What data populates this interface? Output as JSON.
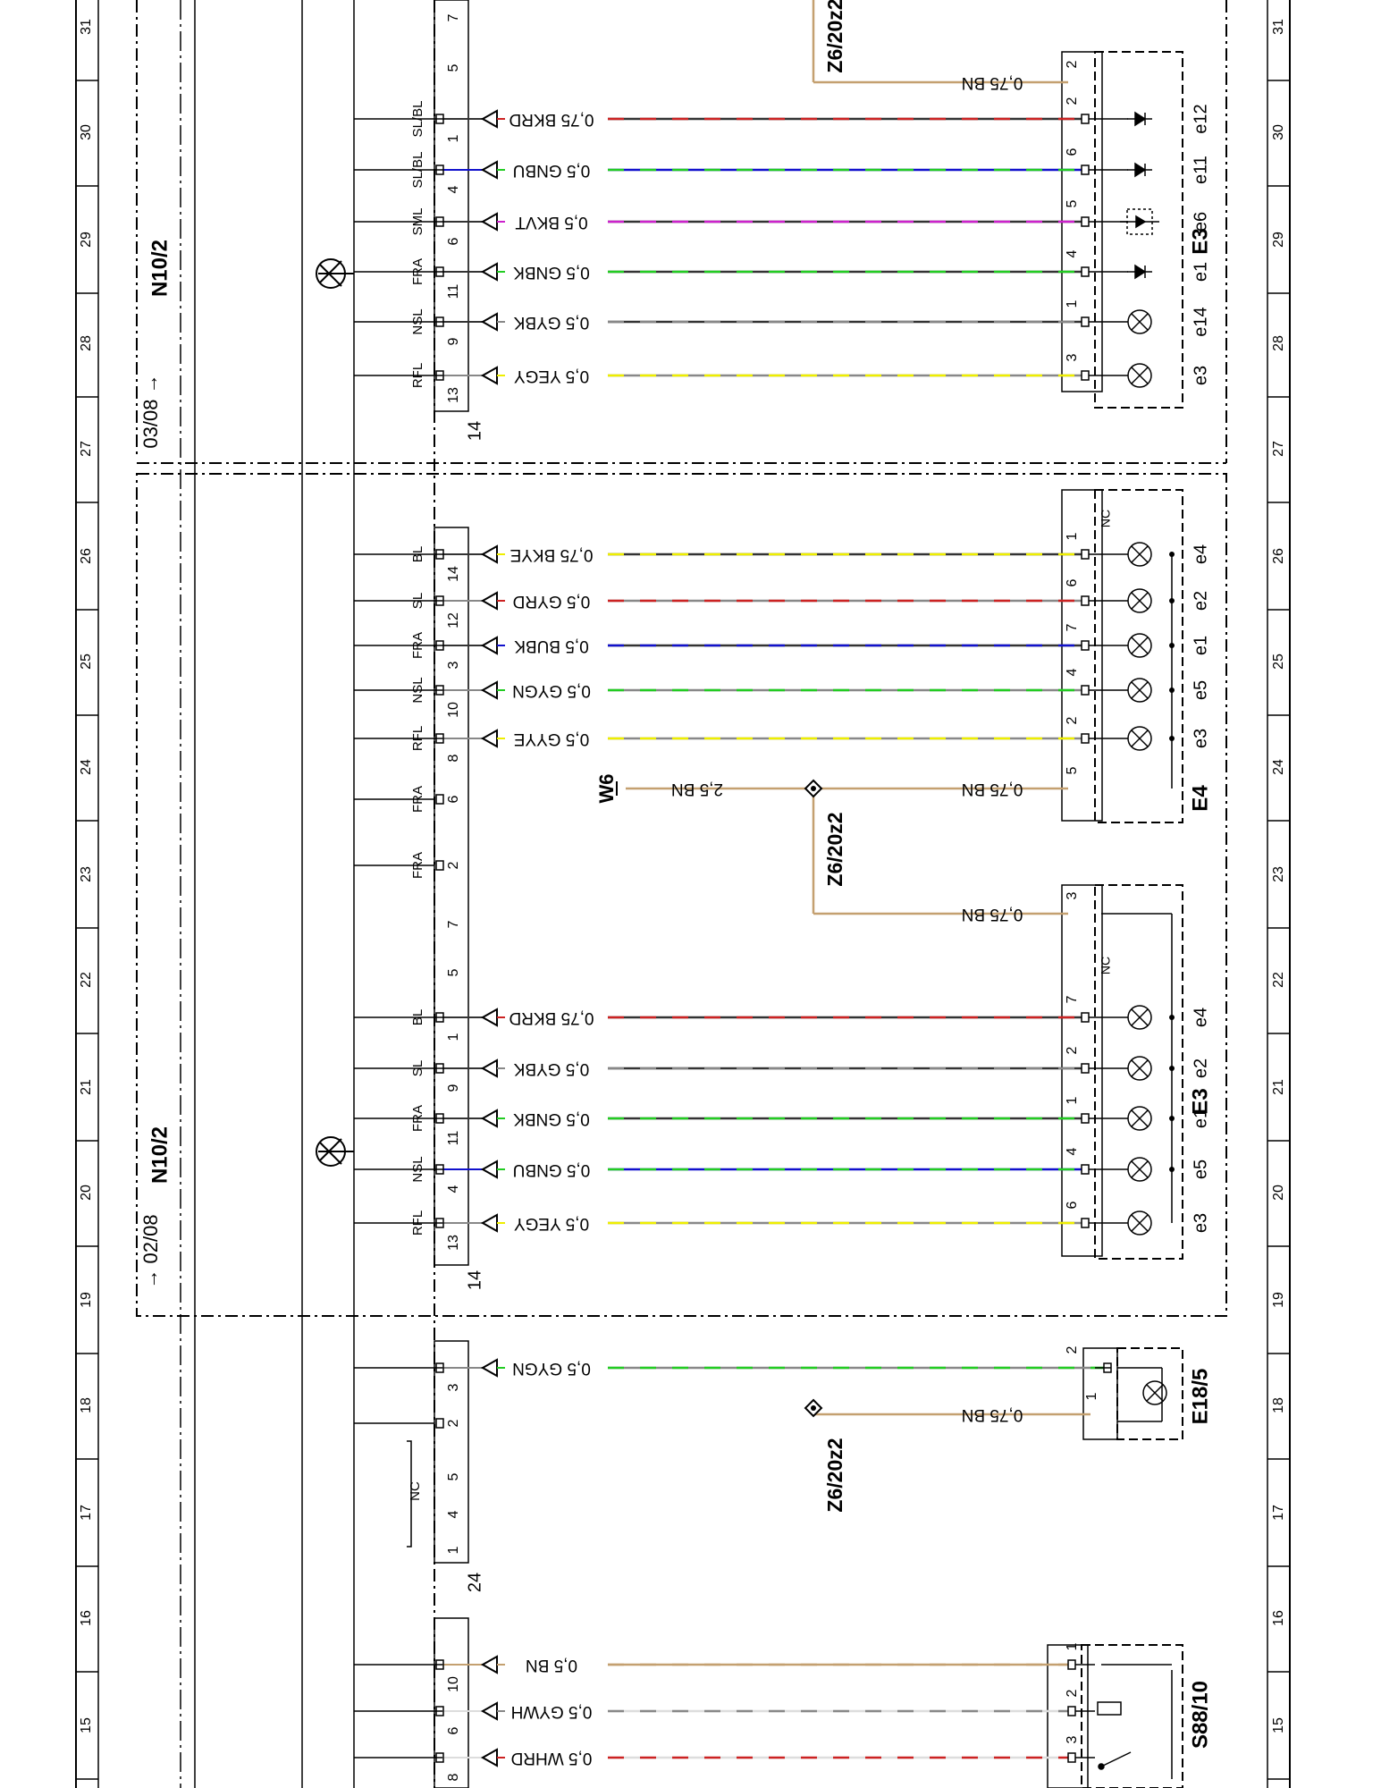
{
  "border": {
    "left_numbers": [
      "31",
      "30",
      "29",
      "28",
      "27",
      "26",
      "25",
      "24",
      "23",
      "22",
      "21",
      "20",
      "19",
      "18",
      "17",
      "16",
      "15"
    ],
    "right_numbers": [
      "31",
      "30",
      "29",
      "28",
      "27",
      "26",
      "25",
      "24",
      "23",
      "22",
      "21",
      "20",
      "19",
      "18",
      "17",
      "16",
      "15"
    ]
  },
  "modules": {
    "upper": {
      "label": "N10/2",
      "date": "03/08 →"
    },
    "lower": {
      "label": "N10/2",
      "date": "→ 02/08"
    }
  },
  "ground_labels": [
    {
      "id": "z6-top",
      "text": "Z6/20z2"
    },
    {
      "id": "z6-mid",
      "text": "Z6/20z2"
    },
    {
      "id": "z6-low",
      "text": "Z6/20z2"
    },
    {
      "id": "w6",
      "text": "W6"
    }
  ],
  "connector_ids": [
    "14",
    "14",
    "24"
  ],
  "wires": [
    {
      "sig": "SL/BL",
      "pin": "1",
      "wire": "0,75 BKRD",
      "c1": "#cc2222",
      "c2": "#333333",
      "lp": "2"
    },
    {
      "sig": "SL/BL",
      "pin": "4",
      "wire": "0,5 GNBU",
      "c1": "#22cc22",
      "c2": "#1111cc",
      "lp": "6"
    },
    {
      "sig": "SML",
      "pin": "6",
      "wire": "0,5 BKVT",
      "c1": "#cc22cc",
      "c2": "#333333",
      "lp": "5"
    },
    {
      "sig": "FRA",
      "pin": "11",
      "wire": "0,5 GNBK",
      "c1": "#22cc22",
      "c2": "#333333",
      "lp": "4"
    },
    {
      "sig": "NSL",
      "pin": "9",
      "wire": "0,5 GYBK",
      "c1": "#888888",
      "c2": "#333333",
      "lp": "1"
    },
    {
      "sig": "RFL",
      "pin": "13",
      "wire": "0,5 YEGY",
      "c1": "#eeee00",
      "c2": "#888888",
      "lp": "3"
    },
    {
      "sig": "BL",
      "pin": "14",
      "wire": "0,75 BKYE",
      "c1": "#eeee00",
      "c2": "#333333",
      "lp": "1"
    },
    {
      "sig": "SL",
      "pin": "12",
      "wire": "0,5 GYRD",
      "c1": "#cc2222",
      "c2": "#888888",
      "lp": "6"
    },
    {
      "sig": "FRA",
      "pin": "3",
      "wire": "0,5 BUBK",
      "c1": "#1111cc",
      "c2": "#333333",
      "lp": "7"
    },
    {
      "sig": "NSL",
      "pin": "10",
      "wire": "0,5 GYGN",
      "c1": "#22cc22",
      "c2": "#888888",
      "lp": "4"
    },
    {
      "sig": "RFL",
      "pin": "8",
      "wire": "0,5 GYYE",
      "c1": "#eeee00",
      "c2": "#888888",
      "lp": "2"
    },
    {
      "sig": "BL",
      "pin": "1",
      "wire": "0,75 BKRD",
      "c1": "#cc2222",
      "c2": "#333333",
      "lp": "7"
    },
    {
      "sig": "SL",
      "pin": "9",
      "wire": "0,5 GYBK",
      "c1": "#888888",
      "c2": "#333333",
      "lp": "2"
    },
    {
      "sig": "FRA",
      "pin": "11",
      "wire": "0,5 GNBK",
      "c1": "#22cc22",
      "c2": "#333333",
      "lp": "1"
    },
    {
      "sig": "NSL",
      "pin": "4",
      "wire": "0,5 GNBU",
      "c1": "#22cc22",
      "c2": "#1111cc",
      "lp": "4"
    },
    {
      "sig": "RFL",
      "pin": "13",
      "wire": "0,5 YEGY",
      "c1": "#eeee00",
      "c2": "#888888",
      "lp": "6"
    },
    {
      "sig": "",
      "pin": "3",
      "wire": "0,5 GYGN",
      "c1": "#22cc22",
      "c2": "#888888",
      "lp": "2"
    },
    {
      "sig": "",
      "pin": "10",
      "wire": "0,5 BN",
      "c1": "#c4a070",
      "c2": "#c4a070",
      "lp": "1"
    },
    {
      "sig": "",
      "pin": "6",
      "wire": "0,5 GYWH",
      "c1": "#888888",
      "c2": "#dddddd",
      "lp": "2"
    },
    {
      "sig": "",
      "pin": "8",
      "wire": "0,5 WHRD",
      "c1": "#cc2222",
      "c2": "#dddddd",
      "lp": "3"
    }
  ],
  "brown_wires": [
    {
      "id": "bn-top",
      "wire": "0,75 BN",
      "lp": "2"
    },
    {
      "id": "bn-e4",
      "wire": "0,75 BN",
      "lp": "5"
    },
    {
      "id": "bn-w6",
      "wire": "2,5 BN"
    },
    {
      "id": "bn-e3",
      "wire": "0,75 BN",
      "lp": "3"
    },
    {
      "id": "bn-e18",
      "wire": "0,75 BN",
      "lp": "1"
    }
  ],
  "spare_pins": [
    {
      "sig": "FRA",
      "pin": "6"
    },
    {
      "sig": "FRA",
      "pin": "2"
    },
    {
      "pin": "7"
    },
    {
      "pin": "5"
    },
    {
      "pin": "5"
    },
    {
      "pin": "7"
    },
    {
      "pin": "2"
    },
    {
      "pin": "5"
    },
    {
      "pin": "4"
    },
    {
      "pin": "1"
    }
  ],
  "nc_labels": [
    "NC",
    "NC",
    "NC"
  ],
  "lamp_groups": {
    "top": {
      "name": "E3",
      "labels": [
        "e3",
        "e14",
        "e1",
        "e6",
        "e11",
        "e12"
      ]
    },
    "e4": {
      "name": "E4",
      "labels": [
        "e3",
        "e5",
        "e1",
        "e2",
        "e4"
      ]
    },
    "e3": {
      "name": "E3",
      "labels": [
        "e3",
        "e5",
        "e1",
        "e2",
        "e4"
      ]
    },
    "e18": {
      "name": "E18/5"
    },
    "s88": {
      "name": "S88/10"
    }
  }
}
